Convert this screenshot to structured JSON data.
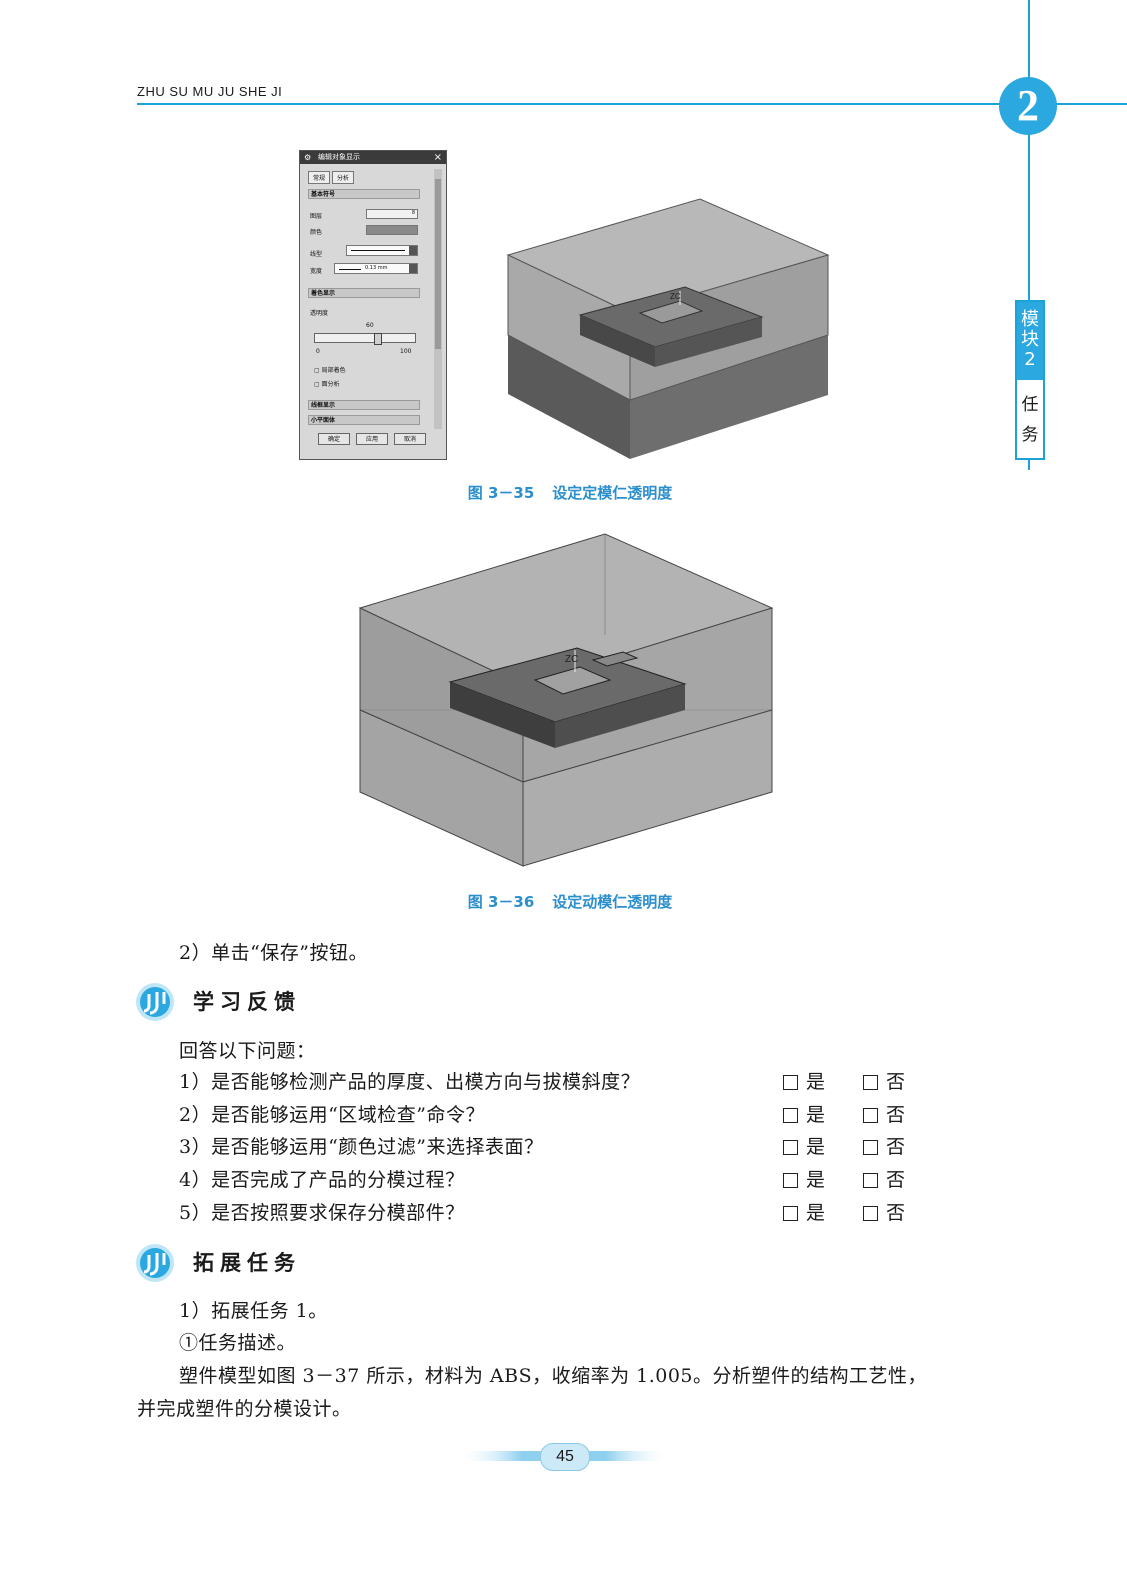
{
  "header": {
    "running_title": "ZHU SU MU JU SHE JI",
    "chapter_number": "2",
    "side_tab": {
      "top": [
        "模",
        "块",
        "2"
      ],
      "bottom": [
        "任",
        "务"
      ]
    }
  },
  "figures": [
    {
      "number": "图 3－35",
      "caption": "设定定模仁透明度"
    },
    {
      "number": "图 3－36",
      "caption": "设定动模仁透明度"
    }
  ],
  "dialog": {
    "title": "编辑对象显示",
    "tabs": [
      "常规",
      "分析"
    ],
    "section_basic": "基本符号",
    "layer_label": "图层",
    "layer_value": "8",
    "color_label": "颜色",
    "linetype_label": "线型",
    "width_label": "宽度",
    "width_value": "0.13 mm",
    "section_shading": "着色显示",
    "transparency_label": "透明度",
    "transparency_value": "60",
    "slider_min": "0",
    "slider_max": "100",
    "partial_shading": "局部着色",
    "face_analysis": "面分析",
    "section_wireframe": "线框显示",
    "section_small": "小平面体",
    "btn_ok": "确定",
    "btn_apply": "应用",
    "btn_cancel": "取消"
  },
  "axis_label": "ZC",
  "step_text": "2）单击“保存”按钮。",
  "feedback": {
    "title": "学习反馈",
    "intro": "回答以下问题：",
    "yes_label": "是",
    "no_label": "否",
    "questions": [
      "1）是否能够检测产品的厚度、出模方向与拔模斜度？",
      "2）是否能够运用“区域检查”命令？",
      "3）是否能够运用“颜色过滤”来选择表面？",
      "4）是否完成了产品的分模过程？",
      "5）是否按照要求保存分模部件？"
    ]
  },
  "extension": {
    "title": "拓展任务",
    "item": "1）拓展任务 1。",
    "sub": "①任务描述。",
    "desc_line1": "塑件模型如图 3－37 所示，材料为 ABS，收缩率为 1.005。分析塑件的结构工艺性，",
    "desc_line2": "并完成塑件的分模设计。"
  },
  "footer": {
    "page_number": "45"
  },
  "colors": {
    "accent": "#1aa3d9",
    "caption": "#2b8fce"
  }
}
